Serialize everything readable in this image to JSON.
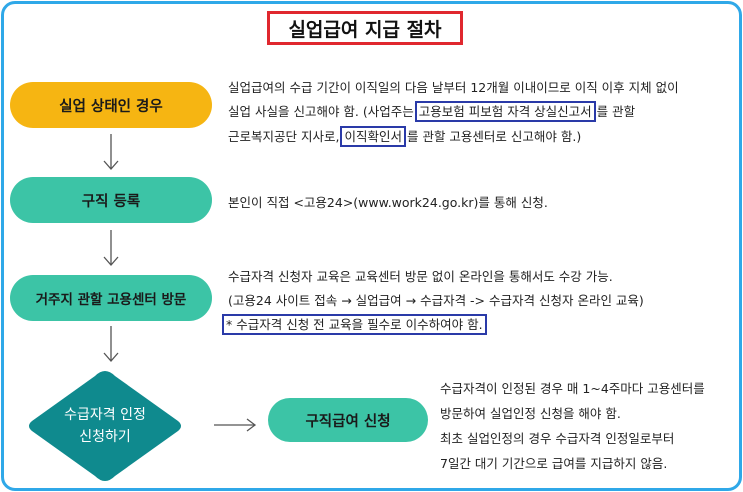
{
  "title": "실업급여 지급 절차",
  "steps": {
    "s1": "실업 상태인 경우",
    "s2": "구직 등록",
    "s3": "거주지 관할 고용센터 방문",
    "s4_line1": "수급자격 인정",
    "s4_line2": "신청하기",
    "s5": "구직급여 신청"
  },
  "desc1": {
    "l1": "실업급여의 수급 기간이 이직일의 다음 날부터 12개월 이내이므로 이직 이후 지체 없이",
    "l2a": "실업 사실을 신고해야 함. (사업주는",
    "l2b": "고용보험 피보험 자격 상실신고서",
    "l2c": "를 관할",
    "l3a": "근로복지공단 지사로,",
    "l3b": "이직확인서",
    "l3c": "를 관할 고용센터로 신고해야 함.)"
  },
  "desc2": {
    "l1": "본인이 직접 <고용24>(www.work24.go.kr)를 통해 신청."
  },
  "desc3": {
    "l1": "수급자격 신청자 교육은 교육센터 방문 없이 온라인을 통해서도 수강 가능.",
    "l2": "(고용24 사이트 접속 → 실업급여 → 수급자격 -> 수급자격 신청자 온라인 교육)",
    "l3": "* 수급자격 신청 전 교육을 필수로 이수하여야 함."
  },
  "desc4": {
    "l1": "수급자격이 인정된 경우 매 1~4주마다 고용센터를",
    "l2": "방문하여 실업인정 신청을 해야 함.",
    "l3": "최초 실업인정의 경우 수급자격 인정일로부터",
    "l4": "7일간 대기 기간으로 급여를 지급하지 않음."
  },
  "colors": {
    "frame": "#2fa8e8",
    "title_border": "#e0282e",
    "yellow": "#f6b512",
    "teal": "#3cc4a6",
    "diamond": "#0f8a8e",
    "highlight": "#2a3aa8"
  }
}
